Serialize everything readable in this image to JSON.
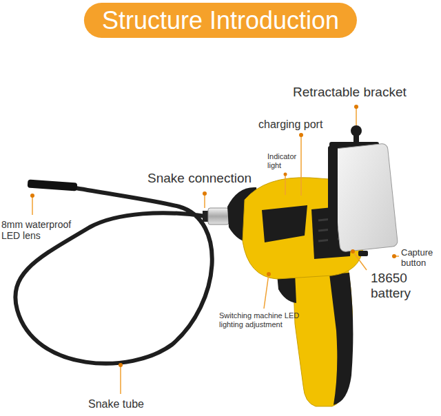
{
  "diagram": {
    "title": "Structure Introduction",
    "labels": [
      "Retractable bracket",
      "charging port",
      "Indicator light",
      "Snake connection",
      "8mm waterproof LED lens",
      "Capture button",
      "18650 battery",
      "Switching machine LED lighting adjustment",
      "Snake tube"
    ]
  }
}
